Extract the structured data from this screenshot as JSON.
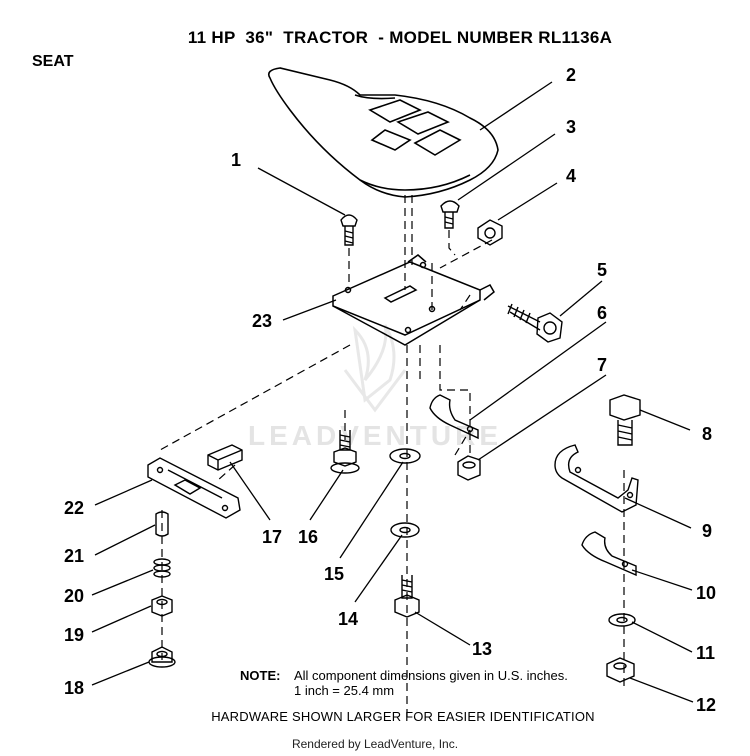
{
  "title": "11 HP  36\"  TRACTOR  - MODEL NUMBER RL1136A",
  "section": "SEAT",
  "watermark": "LEADVENTURE",
  "parts": [
    "1",
    "2",
    "3",
    "4",
    "5",
    "6",
    "7",
    "8",
    "9",
    "10",
    "11",
    "12",
    "13",
    "14",
    "15",
    "16",
    "17",
    "18",
    "19",
    "20",
    "21",
    "22",
    "23"
  ],
  "note": {
    "label": "NOTE:",
    "line1": "All component dimensions given in U.S. inches.",
    "line2": "1 inch = 25.4 mm"
  },
  "hardware_note": "HARDWARE SHOWN LARGER FOR EASIER IDENTIFICATION",
  "rendered_by": "Rendered by LeadVenture, Inc.",
  "colors": {
    "ink": "#000000",
    "paper": "#ffffff",
    "watermark": "#e4e4e4"
  }
}
